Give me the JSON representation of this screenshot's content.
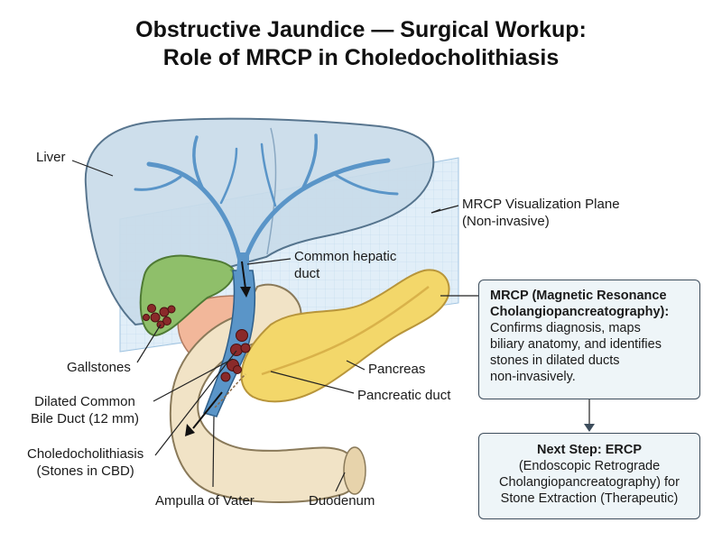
{
  "title": {
    "line1": "Obstructive Jaundice — Surgical Workup:",
    "line2": "Role of MRCP in Choledocholithiasis"
  },
  "labels": {
    "liver": "Liver",
    "mrcp_plane": [
      "MRCP Visualization Plane",
      "(Non-invasive)"
    ],
    "common_hepatic_duct": [
      "Common hepatic",
      "duct"
    ],
    "gallstones": "Gallstones",
    "pancreas": "Pancreas",
    "pancreatic_duct": "Pancreatic duct",
    "dilated_cbd": [
      "Dilated Common",
      "Bile Duct (12 mm)"
    ],
    "choledocholithiasis": [
      "Choledocholithiasis",
      "(Stones in CBD)"
    ],
    "ampulla": "Ampulla of Vater",
    "duodenum": "Duodenum"
  },
  "mrcp_box": {
    "title_lines": [
      "MRCP (Magnetic Resonance",
      "Cholangiopancreatography):"
    ],
    "body_lines": [
      "Confirms diagnosis, maps",
      "biliary anatomy, and identifies",
      "stones in dilated ducts",
      "non-invasively."
    ]
  },
  "ercp_box": {
    "title": "Next Step: ERCP",
    "body_lines": [
      "(Endoscopic Retrograde",
      "Cholangiopancreatography) for",
      "Stone Extraction (Therapeutic)"
    ]
  },
  "colors": {
    "liver_fill": "#c9dcea",
    "liver_stroke": "#4a6a85",
    "bile_duct": "#5a95c8",
    "gallbladder": "#8fbf6a",
    "stones": "#8a2a2a",
    "pancreas": "#f3d76a",
    "duodenum": "#f1e3c6",
    "stomach": "#f2b79a",
    "mrcp_plane": "#d7e8f5",
    "box_bg": "#eef5f8",
    "box_border": "#3d4d5c"
  }
}
